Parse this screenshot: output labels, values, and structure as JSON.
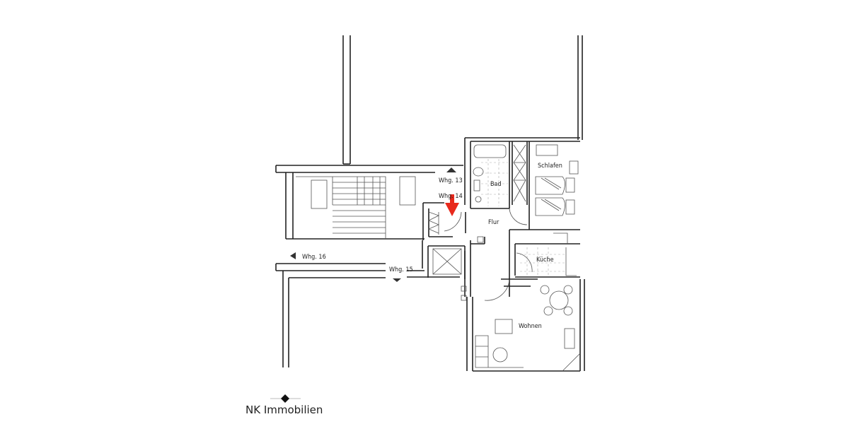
{
  "plan": {
    "labels": {
      "whg13": "Whg. 13",
      "whg14": "Whg. 14",
      "whg15": "Whg. 15",
      "whg16": "Whg. 16",
      "bad": "Bad",
      "schlafen": "Schlafen",
      "flur": "Flur",
      "kueche": "Küche",
      "wohnen": "Wohnen"
    },
    "marker_color": "#e8291c"
  },
  "brand": {
    "name": "NK Immobilien"
  }
}
